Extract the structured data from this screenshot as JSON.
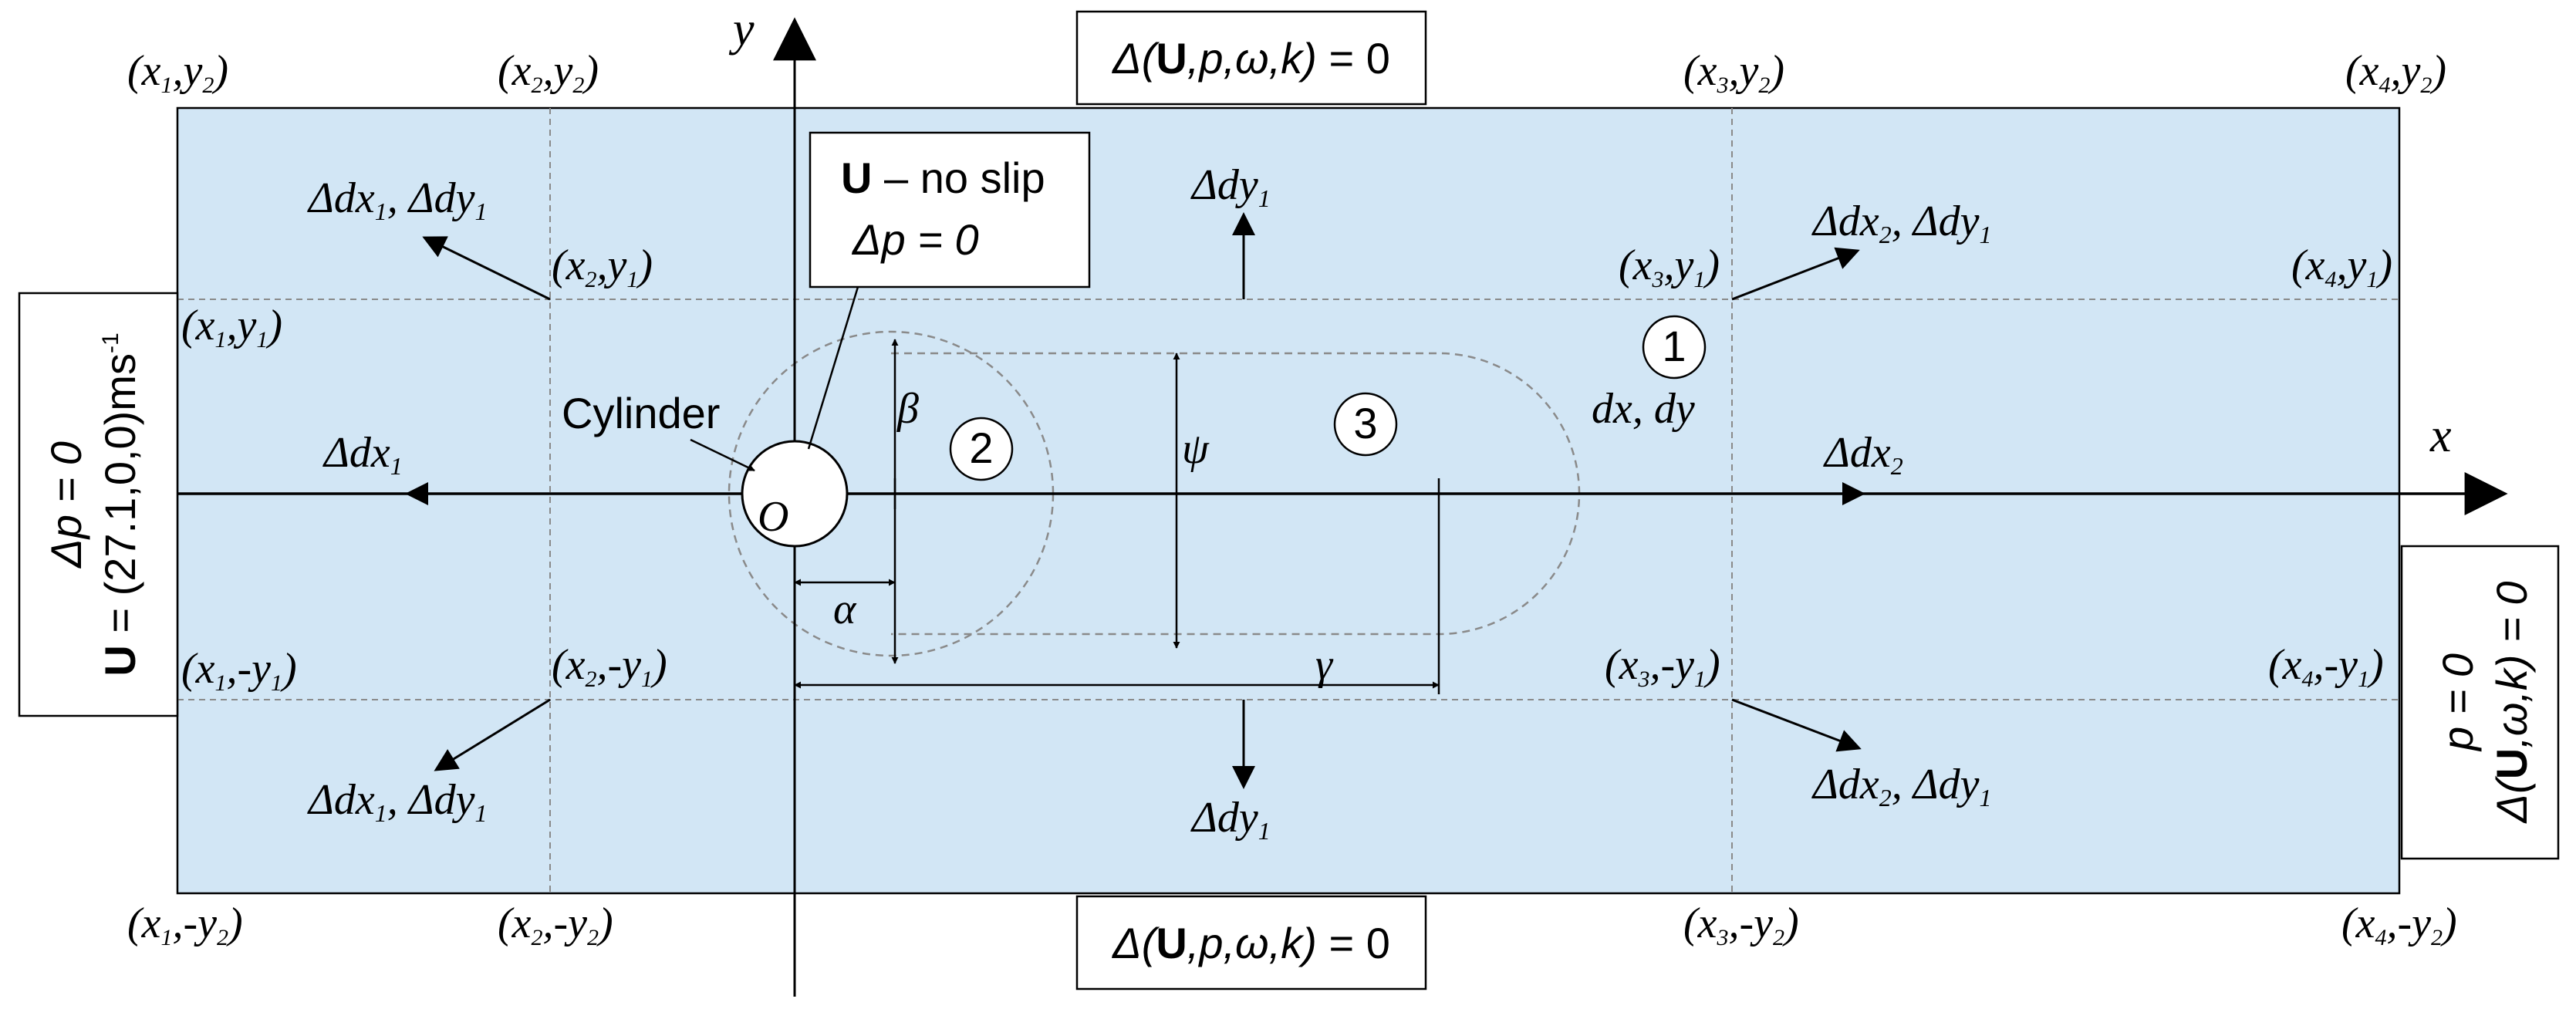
{
  "colors": {
    "domain_fill": "#d2e6f5",
    "grid_line": "#8a8a8a",
    "stroke": "#000000"
  },
  "axes": {
    "x": "x",
    "y": "y",
    "origin": "O"
  },
  "corners": {
    "x1": "x",
    "x1s": "1",
    "x2": "x",
    "x2s": "2",
    "x3": "x",
    "x3s": "3",
    "x4": "x",
    "x4s": "4",
    "y1": "y",
    "y1s": "1",
    "y2": "y",
    "y2s": "2",
    "sep": ",",
    "neg": "-"
  },
  "bc": {
    "top_delta": "Δ(",
    "top_U": "U",
    "top_rest": ",p,ω,k)",
    "top_eq": " = 0",
    "inlet_dp": "Δp = 0",
    "inlet_U_bold": "U",
    "inlet_U_rest": " = (27.1,0,0)ms",
    "inlet_unit_exp": "-1",
    "outlet_p": "p = 0",
    "outlet_delta": "Δ(",
    "outlet_U": "U",
    "outlet_rest": ",ω,k) = 0",
    "cyl_U": "U",
    "cyl_rest": " – no slip",
    "cyl_dp": "Δp = 0"
  },
  "spacing": {
    "dx": "Δdx",
    "dy": "Δdy",
    "sub1": "1",
    "sub2": "2",
    "comma": ", ",
    "base": "dx, dy"
  },
  "labels": {
    "cylinder": "Cylinder",
    "alpha": "α",
    "beta": "β",
    "psi": "ψ",
    "gamma": "γ"
  },
  "zones": {
    "z1": "1",
    "z2": "2",
    "z3": "3"
  }
}
